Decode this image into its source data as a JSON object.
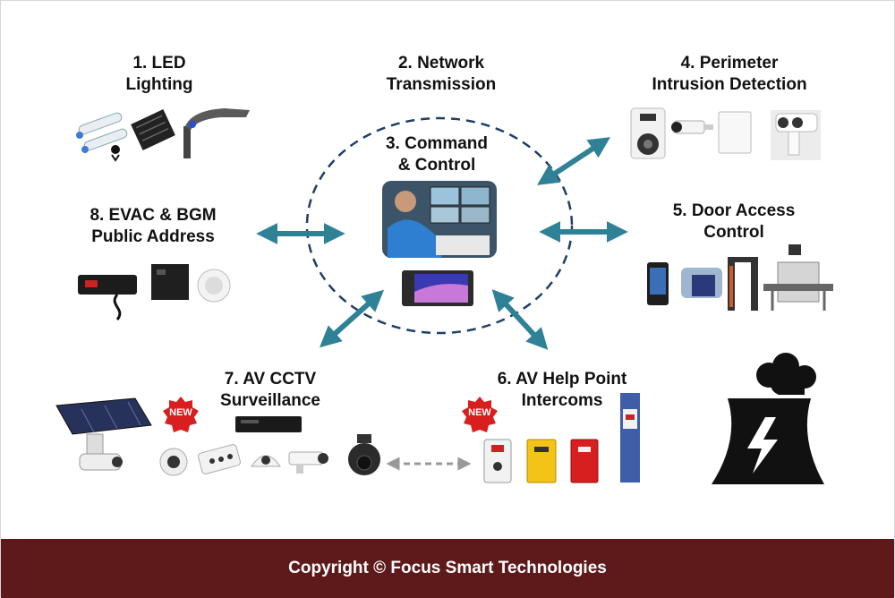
{
  "labels": {
    "led": [
      "1. LED",
      "Lighting"
    ],
    "network": [
      "2. Network",
      "Transmission"
    ],
    "command": [
      "3. Command",
      "& Control"
    ],
    "perimeter": [
      "4. Perimeter",
      "Intrusion Detection"
    ],
    "door": [
      "5. Door Access",
      "Control"
    ],
    "helppoint": [
      "6. AV Help Point",
      "Intercoms"
    ],
    "cctv": [
      "7. AV CCTV",
      "Surveillance"
    ],
    "evac": [
      "8. EVAC & BGM",
      "Public Address"
    ]
  },
  "badges": {
    "new": "NEW"
  },
  "footer": {
    "copyright": "Copyright © Focus Smart Technologies"
  },
  "colors": {
    "arrow": "#2f8296",
    "circle": "#1f3f66",
    "footer_bg": "#5e1a1a",
    "badge": "#d81e1e",
    "icon": "#111111"
  }
}
